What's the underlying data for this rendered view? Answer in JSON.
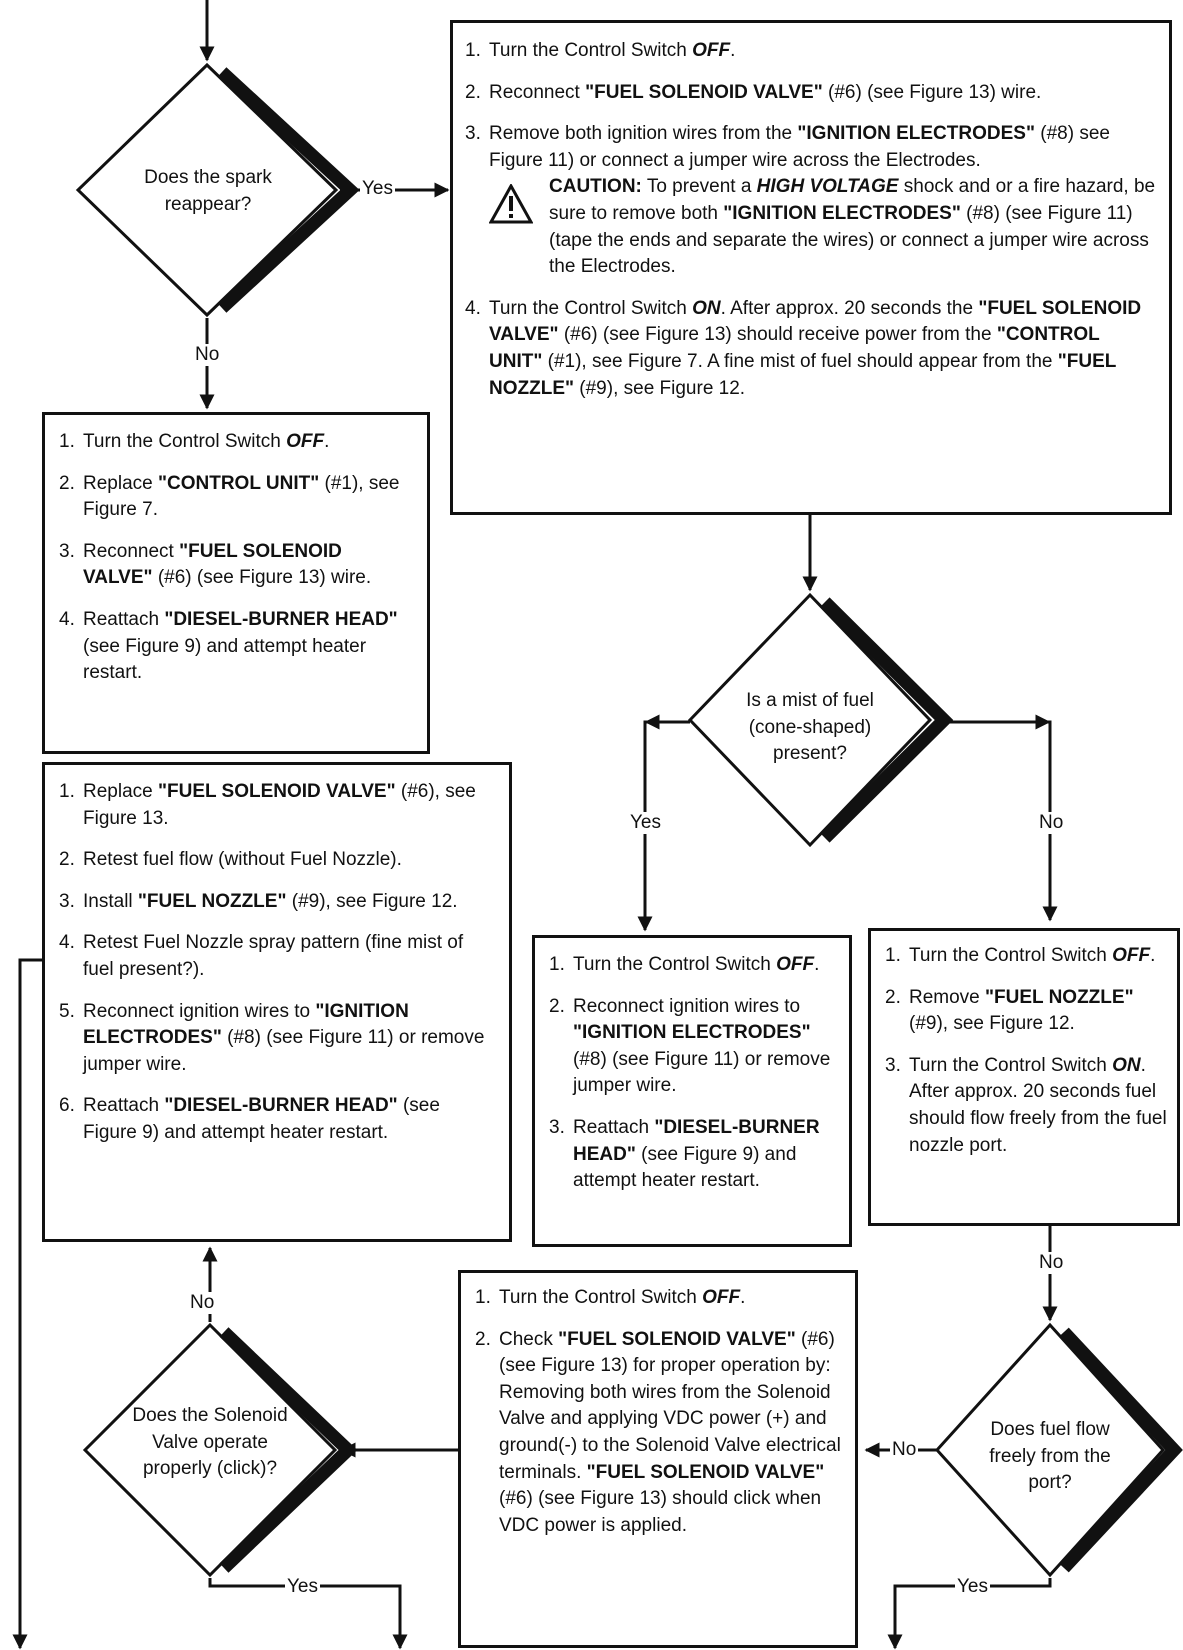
{
  "decisions": {
    "spark": "Does the spark reappear?",
    "mist": "Is a mist of fuel (cone-shaped) present?",
    "solenoid": "Does the Solenoid Valve operate properly (click)?",
    "fuel_flow": "Does fuel flow freely from the port?"
  },
  "labels": {
    "yes": "Yes",
    "no": "No"
  },
  "box_a": [
    [
      [
        "Turn the Control Switch ",
        "t"
      ],
      [
        "OFF",
        "i"
      ],
      [
        ".",
        "t"
      ]
    ],
    [
      [
        "Reconnect ",
        "t"
      ],
      [
        "\"FUEL SOLENOID VALVE\"",
        "b"
      ],
      [
        " (#6) (see Figure 13) wire.",
        "t"
      ]
    ],
    [
      [
        "Remove both ignition wires from the ",
        "t"
      ],
      [
        "\"IGNITION ELECTRODES\"",
        "b"
      ],
      [
        " (#8) see Figure 11) or connect a jumper wire across the Electrodes.",
        "t"
      ]
    ],
    [
      [
        "Turn the Control Switch ",
        "t"
      ],
      [
        "ON",
        "i"
      ],
      [
        ". After approx. 20 seconds the ",
        "t"
      ],
      [
        "\"FUEL SOLENOID VALVE\"",
        "b"
      ],
      [
        " (#6) (see Figure 13) should receive power from the ",
        "t"
      ],
      [
        "\"CONTROL UNIT\"",
        "b"
      ],
      [
        " (#1), see Figure 7. A fine mist of fuel should appear from the ",
        "t"
      ],
      [
        "\"FUEL NOZZLE\"",
        "b"
      ],
      [
        " (#9), see Figure 12.",
        "t"
      ]
    ]
  ],
  "caution": [
    [
      "CAUTION:",
      "b"
    ],
    [
      " To prevent a ",
      "t"
    ],
    [
      "HIGH VOLTAGE",
      "i"
    ],
    [
      " shock and or a fire hazard, be sure to remove both ",
      "t"
    ],
    [
      "\"IGNITION ELECTRODES\"",
      "b"
    ],
    [
      " (#8) (see Figure 11) (tape the ends and separate the wires) or connect a jumper wire across the Electrodes.",
      "t"
    ]
  ],
  "box_b": [
    [
      [
        "Turn the Control Switch ",
        "t"
      ],
      [
        "OFF",
        "i"
      ],
      [
        ".",
        "t"
      ]
    ],
    [
      [
        "Replace ",
        "t"
      ],
      [
        "\"CONTROL UNIT\"",
        "b"
      ],
      [
        " (#1), see Figure 7.",
        "t"
      ]
    ],
    [
      [
        "Reconnect ",
        "t"
      ],
      [
        "\"FUEL SOLENOID VALVE\"",
        "b"
      ],
      [
        " (#6) (see Figure 13) wire.",
        "t"
      ]
    ],
    [
      [
        "Reattach ",
        "t"
      ],
      [
        "\"DIESEL-BURNER HEAD\"",
        "b"
      ],
      [
        " (see Figure 9) and attempt heater restart.",
        "t"
      ]
    ]
  ],
  "box_c": [
    [
      [
        "Replace ",
        "t"
      ],
      [
        "\"FUEL SOLENOID VALVE\"",
        "b"
      ],
      [
        " (#6), see Figure 13.",
        "t"
      ]
    ],
    [
      [
        "Retest fuel flow (without Fuel Nozzle).",
        "t"
      ]
    ],
    [
      [
        "Install ",
        "t"
      ],
      [
        "\"FUEL NOZZLE\"",
        "b"
      ],
      [
        " (#9), see Figure 12.",
        "t"
      ]
    ],
    [
      [
        "Retest Fuel Nozzle spray pattern (fine mist of fuel present?).",
        "t"
      ]
    ],
    [
      [
        "Reconnect ignition wires to ",
        "t"
      ],
      [
        "\"IGNITION ELECTRODES\"",
        "b"
      ],
      [
        " (#8) (see Figure 11) or remove jumper wire.",
        "t"
      ]
    ],
    [
      [
        "Reattach ",
        "t"
      ],
      [
        "\"DIESEL-BURNER HEAD\"",
        "b"
      ],
      [
        " (see Figure 9) and attempt heater restart.",
        "t"
      ]
    ]
  ],
  "box_d": [
    [
      [
        "Turn the Control Switch ",
        "t"
      ],
      [
        "OFF",
        "i"
      ],
      [
        ".",
        "t"
      ]
    ],
    [
      [
        "Reconnect ignition wires to ",
        "t"
      ],
      [
        "\"IGNITION ELECTRODES\"",
        "b"
      ],
      [
        " (#8) (see Figure 11) or remove jumper wire.",
        "t"
      ]
    ],
    [
      [
        "Reattach ",
        "t"
      ],
      [
        "\"DIESEL-BURNER HEAD\"",
        "b"
      ],
      [
        " (see Figure 9) and attempt heater restart.",
        "t"
      ]
    ]
  ],
  "box_e": [
    [
      [
        "Turn the Control Switch ",
        "t"
      ],
      [
        "OFF",
        "i"
      ],
      [
        ".",
        "t"
      ]
    ],
    [
      [
        "Remove ",
        "t"
      ],
      [
        "\"FUEL NOZZLE\"",
        "b"
      ],
      [
        " (#9), see Figure 12.",
        "t"
      ]
    ],
    [
      [
        "Turn the Control Switch ",
        "t"
      ],
      [
        "ON",
        "i"
      ],
      [
        ". After approx. 20 seconds fuel should flow freely from the fuel nozzle port.",
        "t"
      ]
    ]
  ],
  "box_f": [
    [
      [
        "Turn the Control Switch ",
        "t"
      ],
      [
        "OFF",
        "i"
      ],
      [
        ".",
        "t"
      ]
    ],
    [
      [
        "Check ",
        "t"
      ],
      [
        "\"FUEL SOLENOID VALVE\"",
        "b"
      ],
      [
        " (#6) (see Figure 13) for proper operation by: Removing both wires from the Solenoid Valve and applying VDC power (+) and ground(-) to the Solenoid Valve electrical terminals. ",
        "t"
      ],
      [
        "\"FUEL SOLENOID VALVE\"",
        "b"
      ],
      [
        " (#6) (see Figure 13) should click when VDC power is applied.",
        "t"
      ]
    ]
  ]
}
